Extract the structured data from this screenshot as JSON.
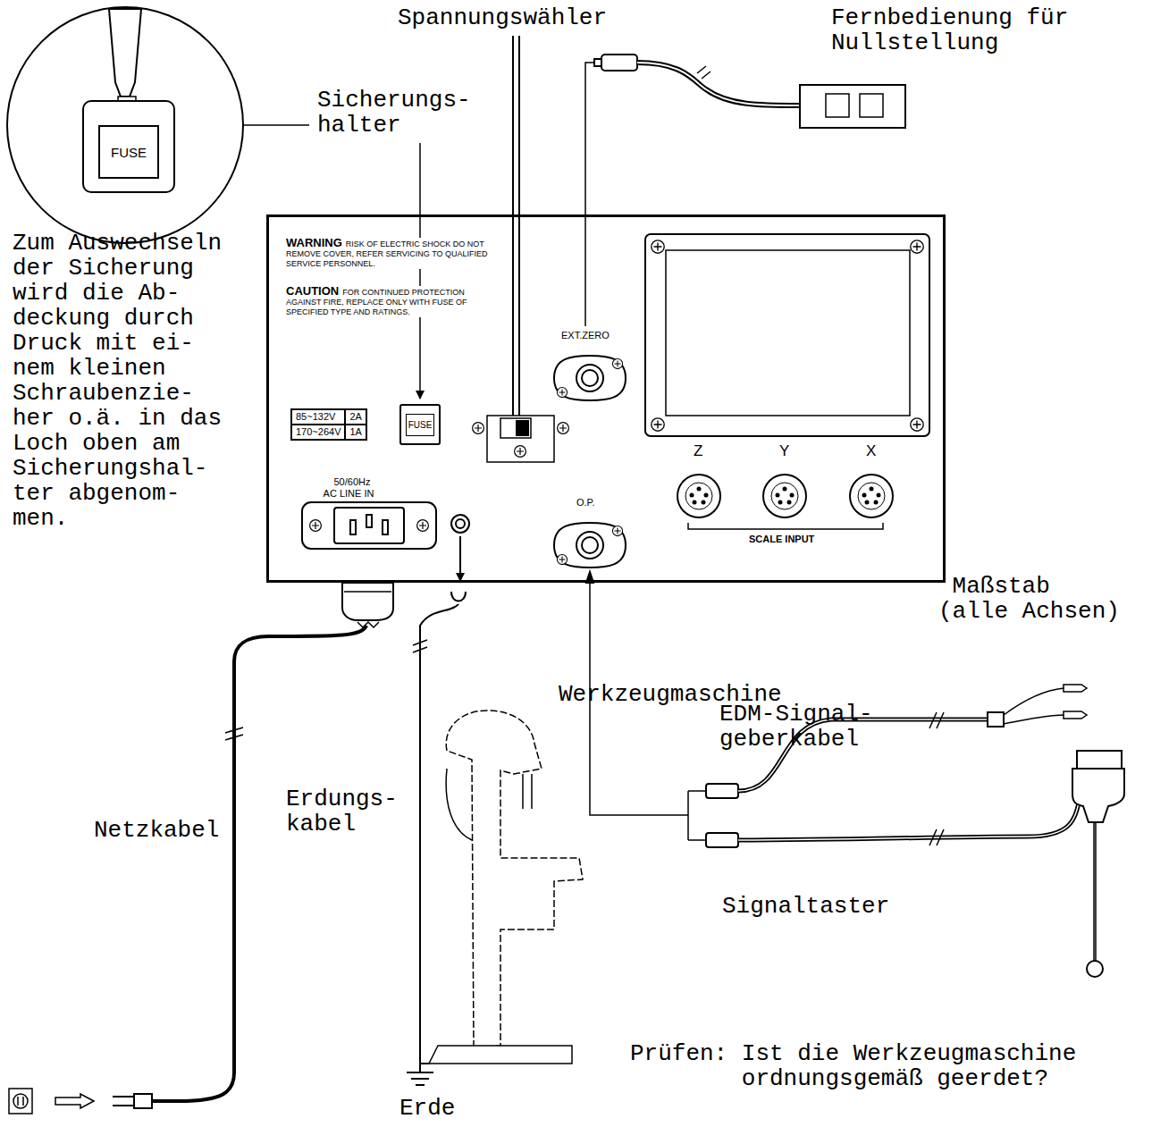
{
  "diagram": {
    "nodes": [
      {
        "text": [
          "FUSE"
        ]
      },
      {
        "text": [
          "WARNING",
          "RISK OF ELECTRIC SHOCK DO NOT REMOVE COVER, REFER SERVICING TO QUALIFIED SERVICE PERSONNEL.",
          "CAUTION",
          "FOR CONTINUED PROTECTION AGAINST FIRE, REPLACE ONLY WITH FUSE OF SPECIFIED TYPE AND RATINGS.",
          "50/60Hz AC LINE IN",
          "EXT.ZERO",
          "O.P.",
          "Z",
          "Y",
          "X",
          "SCALE INPUT"
        ]
      },
      {
        "text": [
          "85~132V",
          "2A",
          "170~264V",
          "1A"
        ],
        "in": 1
      },
      {
        "text": [
          "FUSE"
        ],
        "in": 1
      }
    ],
    "labels": [
      "Spannungswähler",
      "Fernbedienung für Nullstellung",
      "Sicherungs- halter",
      "Zum Auswechseln der Sicherung wird die Ab- deckung durch Druck mit ei- nem kleinen Schraubenzie- her o.ä. in das Loch oben am Sicherungshal- ter abgenom- men.",
      "Maßstab (alle Achsen)",
      "EDM-Signal- geberkabel",
      "Netzkabel",
      "Erdungs- kabel",
      "Werkzeugmaschine",
      "Signaltaster",
      "Prüfen: Ist die Werkzeugmaschine ordnungsgemäß geerdet?",
      "Erde"
    ]
  }
}
